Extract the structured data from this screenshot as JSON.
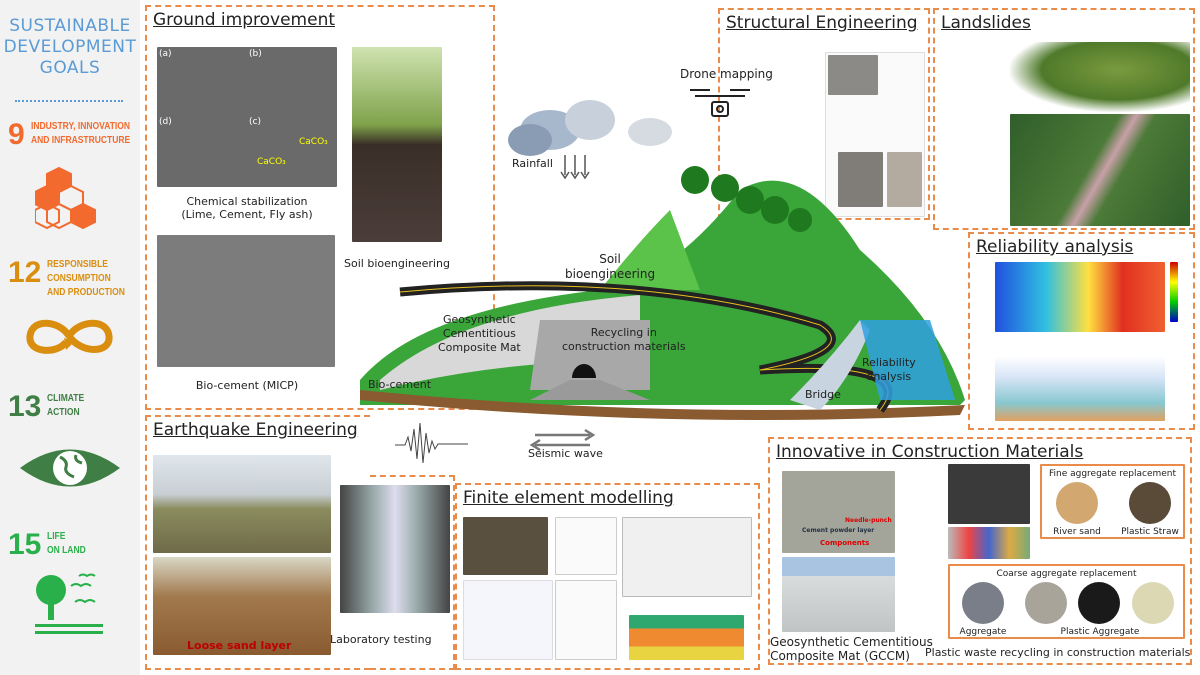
{
  "sidebar": {
    "title_lines": [
      "SUSTAINABLE",
      "DEVELOPMENT",
      "GOALS"
    ],
    "goals": [
      {
        "number": "9",
        "label_lines": [
          "INDUSTRY, INNOVATION",
          "AND INFRASTRUCTURE"
        ],
        "color": "#f26a2e",
        "icon": "cubes-icon"
      },
      {
        "number": "12",
        "label_lines": [
          "RESPONSIBLE",
          "CONSUMPTION",
          "AND PRODUCTION"
        ],
        "color": "#d98e10",
        "icon": "infinity-loop-icon"
      },
      {
        "number": "13",
        "label_lines": [
          "CLIMATE",
          "ACTION"
        ],
        "color": "#3f7e44",
        "icon": "earth-eye-icon"
      },
      {
        "number": "15",
        "label_lines": [
          "LIFE",
          "ON LAND"
        ],
        "color": "#2ab04a",
        "icon": "tree-birds-icon"
      }
    ]
  },
  "ground": {
    "title": "Ground improvement",
    "chem_caption": [
      "Chemical stabilization",
      "(Lime, Cement, Fly ash)"
    ],
    "bio_caption": "Bio-cement (MICP)",
    "soil_caption": "Soil bioengineering",
    "sem_labels": [
      "(a)",
      "(b)",
      "(d)",
      "(c)",
      "CaCO₃",
      "CaCO₃"
    ]
  },
  "earthquake": {
    "title": "Earthquake Engineering",
    "loose_label": "Loose sand layer",
    "lab_caption": "Laboratory testing"
  },
  "fem": {
    "title": "Finite element modelling"
  },
  "structural": {
    "title": "Structural Engineering"
  },
  "landslides": {
    "title": "Landslides"
  },
  "reliability": {
    "title": "Reliability analysis"
  },
  "innovative": {
    "title": "Innovative in Construction Materials",
    "gccm_caption": [
      "Geosynthetic Cementitious",
      "Composite Mat (GCCM)"
    ],
    "gccm_labels": [
      "Needle-punch",
      "Cement powder layer",
      "Components"
    ],
    "fine_title": "Fine aggregate replacement",
    "fine_items": [
      "River sand",
      "Plastic Straw"
    ],
    "coarse_title": "Coarse aggregate replacement",
    "coarse_items": [
      "Aggregate",
      "Plastic Aggregate"
    ],
    "plastic_caption": "Plastic waste recycling in construction materials"
  },
  "center": {
    "drone": "Drone mapping",
    "rainfall": "Rainfall",
    "seismic": "Seismic wave",
    "labels": {
      "soil": [
        "Soil",
        "bioengineering"
      ],
      "gccm": [
        "Geosynthetic",
        "Cementitious",
        "Composite Mat"
      ],
      "recycling": [
        "Recycling in",
        "construction materials"
      ],
      "biocement": "Bio-cement",
      "bridge": "Bridge",
      "reliability": [
        "Reliability",
        "analysis"
      ]
    }
  },
  "colors": {
    "accent": "#e98b4b",
    "sdg_blue": "#5b9bd5",
    "grass": "#3aa63a"
  }
}
